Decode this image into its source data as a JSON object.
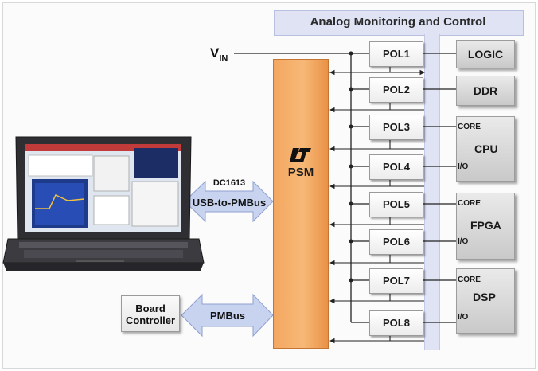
{
  "header": {
    "title": "Analog Monitoring and Control"
  },
  "vin": {
    "main": "V",
    "sub": "IN"
  },
  "psm": {
    "label": "PSM",
    "logo_icon": "lt-logo-icon"
  },
  "pols": [
    {
      "label": "POL1"
    },
    {
      "label": "POL2"
    },
    {
      "label": "POL3"
    },
    {
      "label": "POL4"
    },
    {
      "label": "POL5"
    },
    {
      "label": "POL6"
    },
    {
      "label": "POL7"
    },
    {
      "label": "POL8"
    }
  ],
  "loads": {
    "logic": "LOGIC",
    "ddr": "DDR",
    "cpu": {
      "name": "CPU",
      "core": "CORE",
      "io": "I/O"
    },
    "fpga": {
      "name": "FPGA",
      "core": "CORE",
      "io": "I/O"
    },
    "dsp": {
      "name": "DSP",
      "core": "CORE",
      "io": "I/O"
    }
  },
  "usb_link": {
    "top": "DC1613",
    "bottom": "USB-to-PMBus"
  },
  "pmbus_link": {
    "label": "PMBus"
  },
  "board_controller": {
    "line1": "Board",
    "line2": "Controller"
  },
  "colors": {
    "psm": "#f5ad6a",
    "band": "#dfe3f4",
    "arrow": "#c8d3ef"
  }
}
